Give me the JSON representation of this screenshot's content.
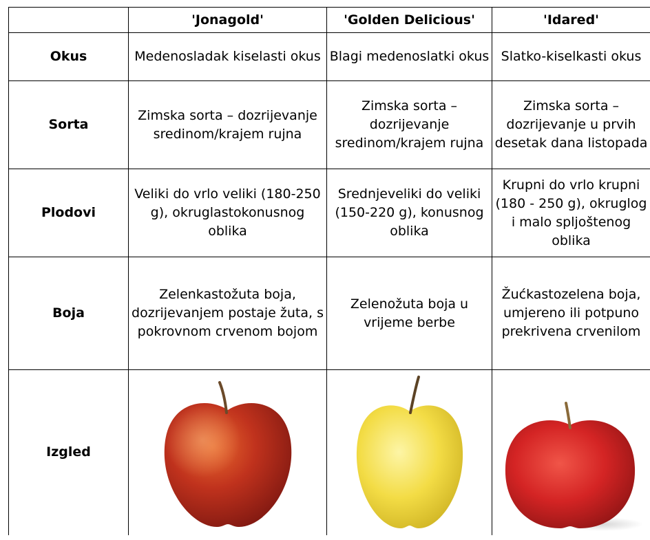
{
  "table": {
    "columns": [
      "",
      "'Jonagold'",
      "'Golden Delicious'",
      "'Idared'"
    ],
    "rows": [
      {
        "label": "Okus",
        "cells": [
          "Medenosladak kiselasti okus",
          "Blagi medenoslatki okus",
          "Slatko-kiselkasti okus"
        ]
      },
      {
        "label": "Sorta",
        "cells": [
          "Zimska sorta – dozrijevanje sredinom/krajem rujna",
          "Zimska sorta – dozrijevanje sredinom/krajem rujna",
          "Zimska sorta – dozrijevanje u prvih desetak dana listopada"
        ]
      },
      {
        "label": "Plodovi",
        "cells": [
          "Veliki do vrlo veliki (180-250 g), okruglastokonusnog oblika",
          "Srednjeveliki do veliki (150-220 g), konusnog oblika",
          "Krupni do vrlo krupni (180 - 250 g), okruglog i malo spljoštenog oblika"
        ]
      },
      {
        "label": "Boja",
        "cells": [
          "Zelenkastožuta boja, dozrijevanjem postaje žuta, s pokrovnom crvenom bojom",
          "Zelenožuta boja u vrijeme berbe",
          "Žućkastozelena boja, umjereno ili potpuno prekrivena crvenilom"
        ]
      },
      {
        "label": "Izgled",
        "images": [
          "apple-jonagold-image",
          "apple-golden-delicious-image",
          "apple-idared-image"
        ]
      }
    ]
  },
  "colors": {
    "border": "#000000",
    "jonagold_apple": "#c0321d",
    "golden_apple": "#f3dc45",
    "idared_apple": "#d42424"
  }
}
